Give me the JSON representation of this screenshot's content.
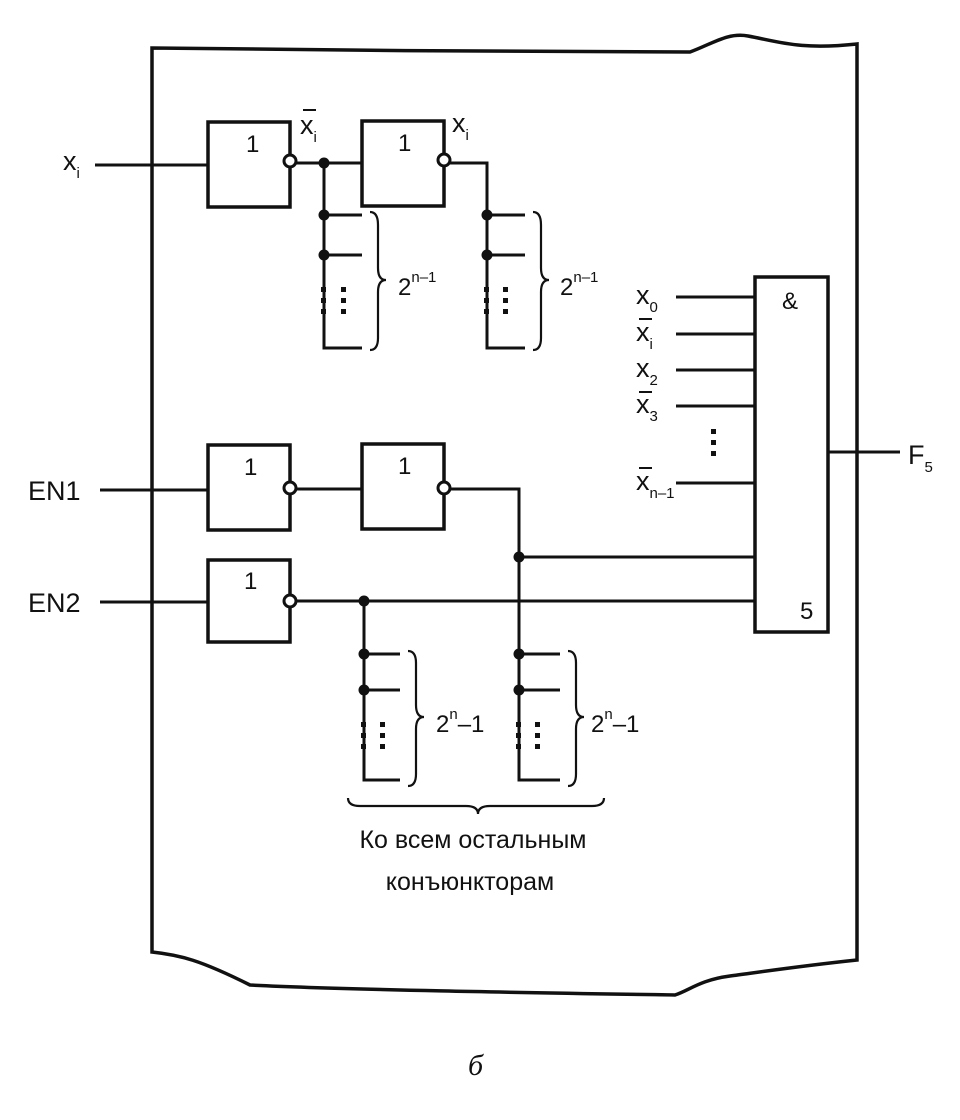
{
  "gate_labels": {
    "not": "1",
    "and_symbol": "&",
    "and_number": "5"
  },
  "signals": {
    "input_var": "x",
    "input_sub": "i",
    "inverted_var": "x",
    "inverted_sub": "i",
    "en1": "EN1",
    "en2": "EN2",
    "output_var": "F",
    "output_sub": "5"
  },
  "and_inputs": [
    {
      "var": "x",
      "sub": "0",
      "bar": false
    },
    {
      "var": "x",
      "sub": "i",
      "bar": true
    },
    {
      "var": "x",
      "sub": "2",
      "bar": false
    },
    {
      "var": "x",
      "sub": "3",
      "bar": true
    },
    {
      "var": "x",
      "sub": "n–1",
      "bar": true
    }
  ],
  "fanouts": {
    "top_left": {
      "base": "2",
      "exp": "n–1"
    },
    "top_right": {
      "base": "2",
      "exp": "n–1"
    },
    "bottom_left": {
      "base": "2",
      "exp": "n",
      "tail": "–1"
    },
    "bottom_right": {
      "base": "2",
      "exp": "n",
      "tail": "–1"
    }
  },
  "caption": {
    "line1": "Ко всем остальным",
    "line2": "конъюнкторам"
  },
  "figure_label": "б"
}
